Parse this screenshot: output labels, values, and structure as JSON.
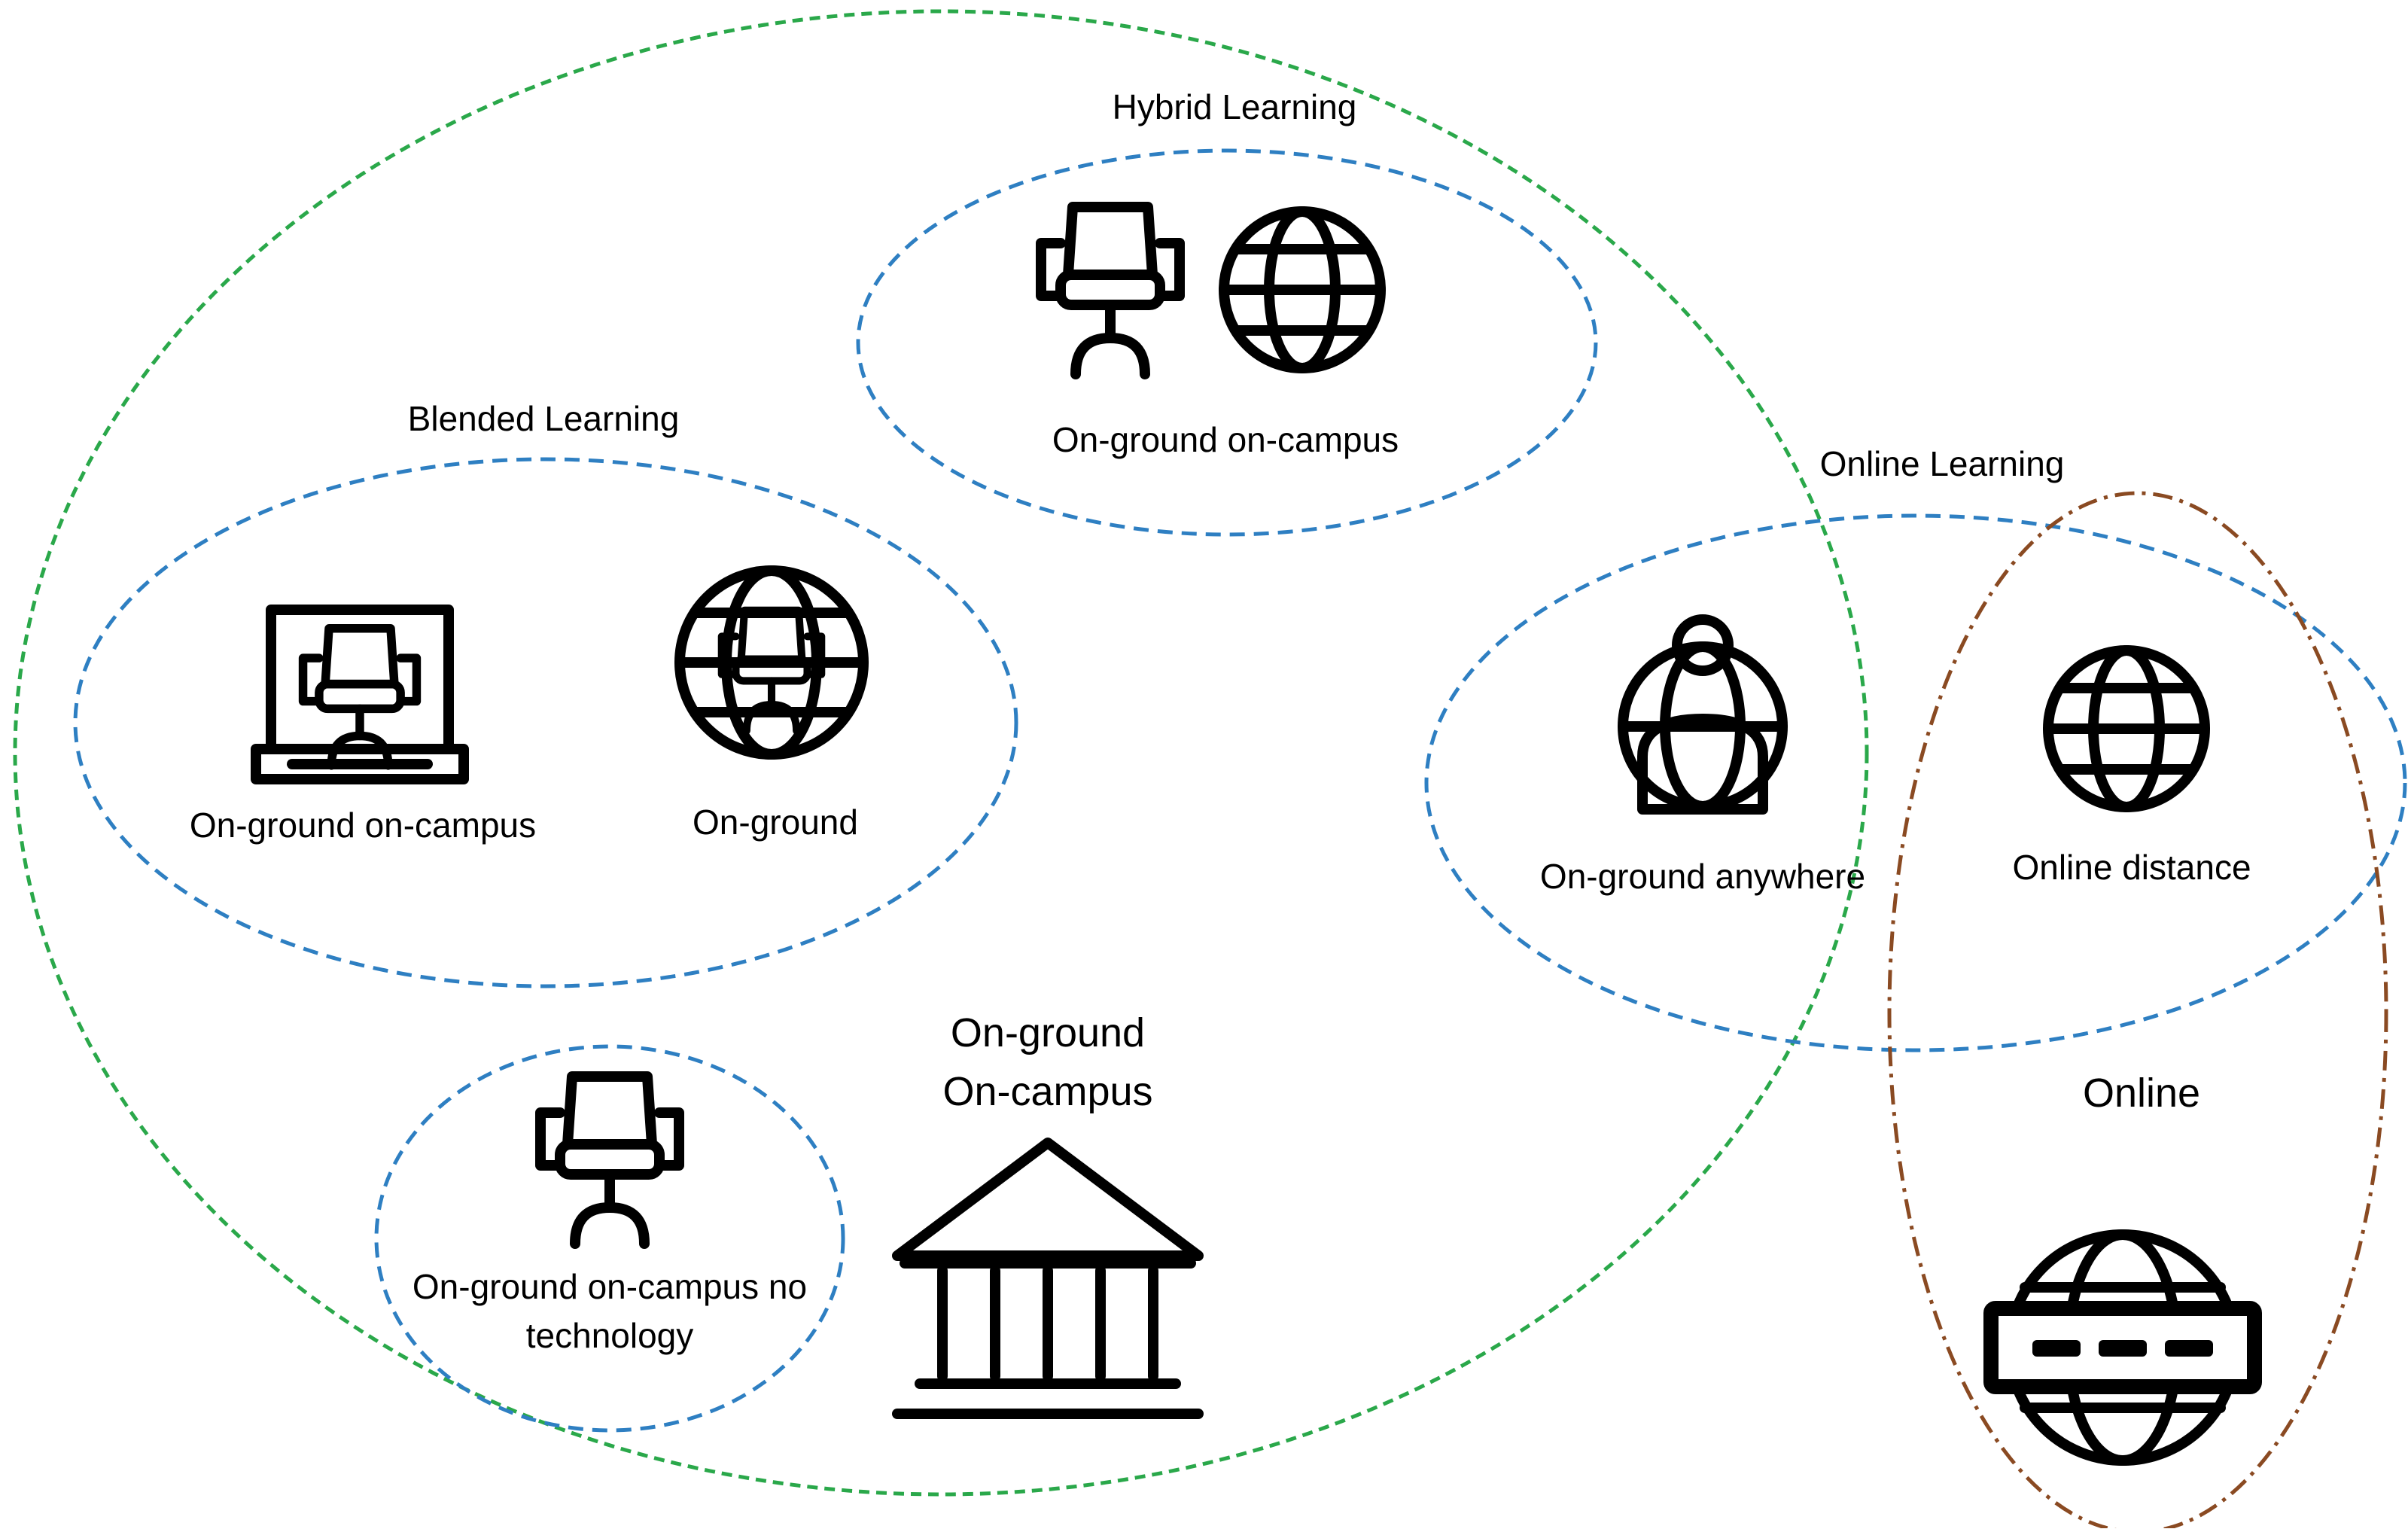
{
  "colors": {
    "outer_group": "#2aa84a",
    "learning_groups": "#2e7fc2",
    "online_group": "#8a4a22",
    "text": "#000000"
  },
  "groups": {
    "hybrid": {
      "title": "Hybrid Learning"
    },
    "blended": {
      "title": "Blended Learning"
    },
    "online_learning": {
      "title": "Online Learning"
    }
  },
  "labels": {
    "hybrid_item": "On-ground on-campus",
    "blended_item_1": "On-ground on-campus",
    "blended_item_2": "On-ground",
    "online_item_1": "On-ground anywhere",
    "online_item_2": "Online distance",
    "no_tech_line_1": "On-ground on-campus no",
    "no_tech_line_2": "technology",
    "campus_line_1": "On-ground",
    "campus_line_2": "On-campus",
    "online": "Online"
  },
  "icons": [
    "chair-icon",
    "globe-icon",
    "laptop-chair-icon",
    "globe-chair-icon",
    "person-globe-icon",
    "campus-building-icon",
    "globe-banner-icon"
  ]
}
